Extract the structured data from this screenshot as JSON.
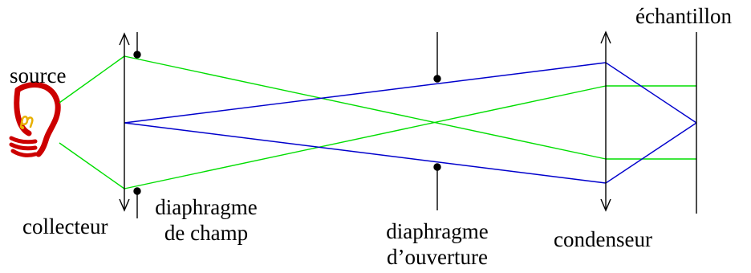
{
  "labels": {
    "source": "source",
    "collecteur": "collecteur",
    "diaphragme_champ": [
      "diaphragme",
      "de champ"
    ],
    "diaphragme_ouverture": [
      "diaphragme",
      "d’ouverture"
    ],
    "condenseur": "condenseur",
    "echantillon": "échantillon"
  },
  "colors": {
    "axis": "#000000",
    "ray_field": "#00dd00",
    "ray_aperture": "#0000cc",
    "lamp": "#cc0000",
    "filament": "#e8b000"
  }
}
